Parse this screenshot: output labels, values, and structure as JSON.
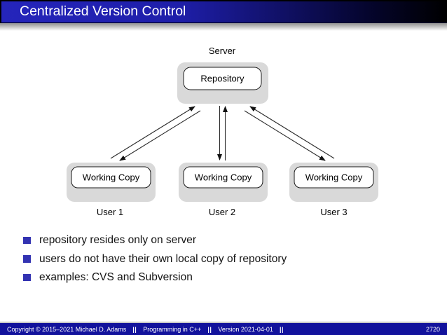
{
  "slide": {
    "title": "Centralized Version Control"
  },
  "diagram": {
    "server_label": "Server",
    "repository_label": "Repository",
    "working_copies": [
      {
        "label": "Working Copy",
        "user": "User 1"
      },
      {
        "label": "Working Copy",
        "user": "User 2"
      },
      {
        "label": "Working Copy",
        "user": "User 3"
      }
    ]
  },
  "bullets": [
    {
      "text": "repository resides only on server"
    },
    {
      "text": "users do not have their own local copy of repository"
    },
    {
      "text": "examples: CVS and Subversion"
    }
  ],
  "footer": {
    "copyright": "Copyright © 2015–2021 Michael D. Adams",
    "separator": "||",
    "course": "Programming in C++",
    "version": "Version 2021-04-01",
    "page_number": "2720"
  },
  "colors": {
    "titlebar_gradient_start": "#2525bb",
    "titlebar_gradient_end": "#000000",
    "footer_background": "#12129c",
    "bullet_marker": "#3333b2",
    "diagram_machine_fill": "#d9d9d9",
    "diagram_node_fill": "#ffffff"
  }
}
